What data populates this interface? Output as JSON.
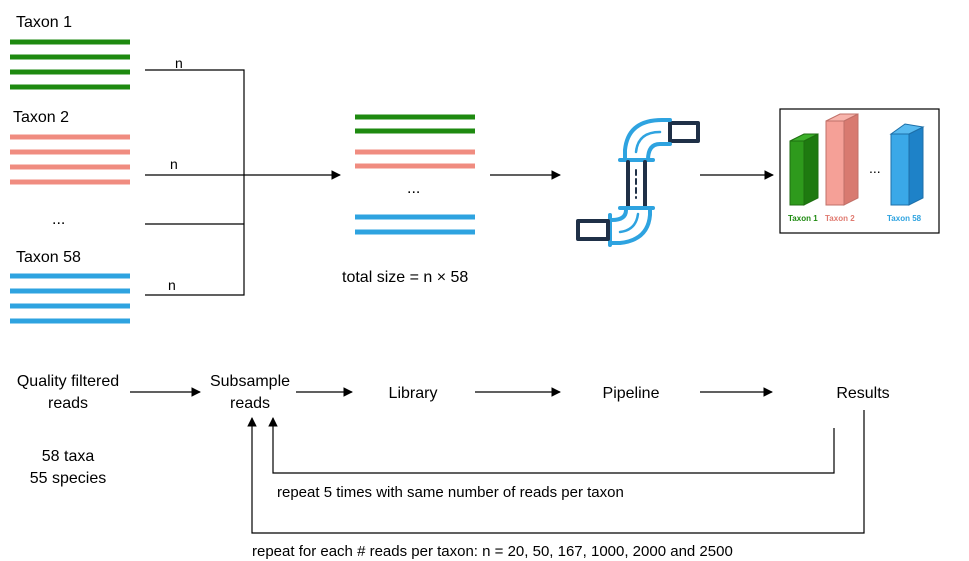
{
  "taxa": {
    "taxon1": "Taxon 1",
    "taxon2": "Taxon 2",
    "ellipsis": "...",
    "taxon58": "Taxon 58"
  },
  "n_labels": {
    "a": "n",
    "b": "n",
    "c": "n"
  },
  "library": {
    "ellipsis": "...",
    "total_size": "total size = n × 58"
  },
  "results_box": {
    "ellipsis": "...",
    "bar1_label": "Taxon 1",
    "bar2_label": "Taxon 2",
    "bar3_label": "Taxon 58"
  },
  "flow": {
    "qfr_line1": "Quality filtered",
    "qfr_line2": "reads",
    "subsample_line1": "Subsample",
    "subsample_line2": "reads",
    "library": "Library",
    "pipeline": "Pipeline",
    "results": "Results",
    "taxa_count": "58 taxa",
    "species_count": "55 species",
    "repeat_inner": "repeat 5 times with same number of reads per taxon",
    "repeat_outer": "repeat for each # reads per taxon: n = 20, 50, 167, 1000, 2000 and 2500"
  },
  "colors": {
    "green": "#1e8a10",
    "salmon": "#f08c80",
    "blue": "#2ea3e0",
    "pipe_dark": "#1f3047",
    "pipe_light": "#2ea3e0"
  }
}
